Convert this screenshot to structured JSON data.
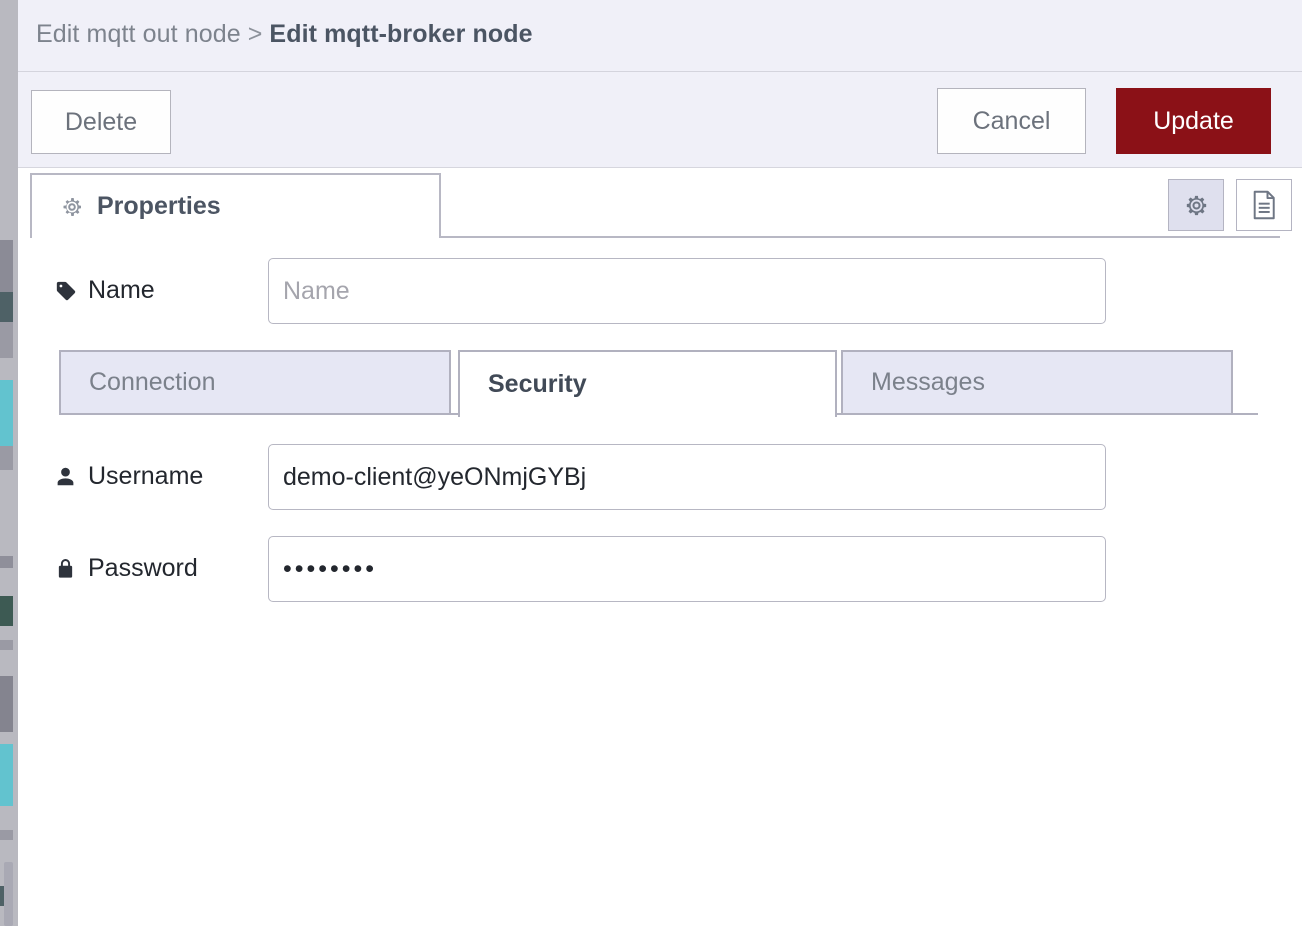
{
  "header": {
    "breadcrumb_parent": "Edit mqtt out node",
    "breadcrumb_separator": ">",
    "breadcrumb_current": "Edit mqtt-broker node"
  },
  "toolbar": {
    "delete_label": "Delete",
    "cancel_label": "Cancel",
    "update_label": "Update",
    "update_color": "#8b1117"
  },
  "tabs": {
    "properties_label": "Properties",
    "properties_icon": "gear-icon",
    "config_icon": "gear-icon",
    "description_icon": "document-icon"
  },
  "form": {
    "name": {
      "label": "Name",
      "icon": "tag-icon",
      "value": "",
      "placeholder": "Name"
    },
    "username": {
      "label": "Username",
      "icon": "user-icon",
      "value": "demo-client@yeONmjGYBj",
      "placeholder": ""
    },
    "password": {
      "label": "Password",
      "icon": "lock-icon",
      "value": "••••••••",
      "placeholder": ""
    }
  },
  "sub_tabs": [
    {
      "label": "Connection",
      "active": false
    },
    {
      "label": "Security",
      "active": true
    },
    {
      "label": "Messages",
      "active": false
    }
  ]
}
